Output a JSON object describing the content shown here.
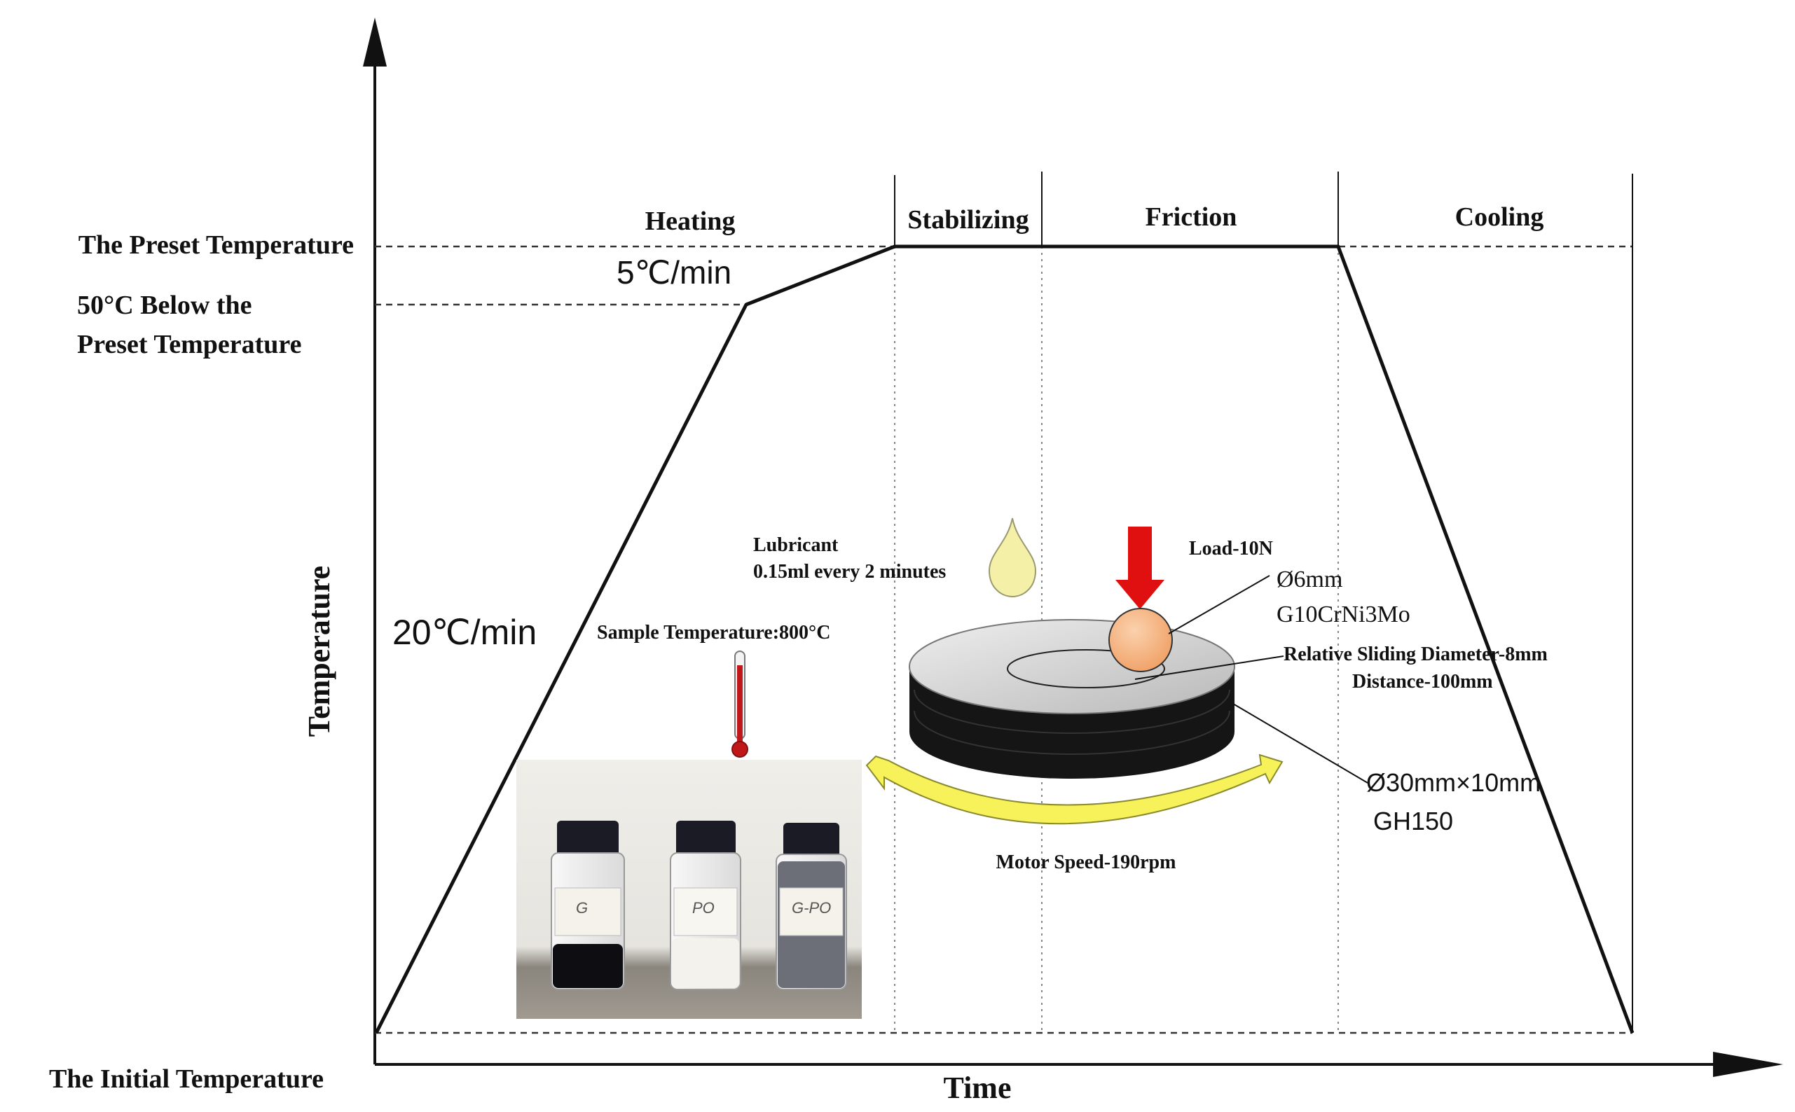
{
  "axes": {
    "y_label": "Temperature",
    "x_label": "Time",
    "preset_temperature": "The Preset Temperature",
    "below_preset_line1": "50°C Below the",
    "below_preset_line2": "Preset Temperature",
    "initial_temperature": "The Initial Temperature"
  },
  "stages": {
    "heating": "Heating",
    "stabilizing": "Stabilizing",
    "friction": "Friction",
    "cooling": "Cooling"
  },
  "rates": {
    "fast": "20℃/min",
    "slow": "5℃/min"
  },
  "annotations": {
    "lubricant_line1": "Lubricant",
    "lubricant_line2": "0.15ml every 2 minutes",
    "sample_temperature": "Sample Temperature:800°C",
    "load": "Load-10N",
    "ball_size": "Ø6mm",
    "ball_material": "G10CrNi3Mo",
    "sliding_line1": "Relative Sliding Diameter-8mm",
    "sliding_line2": "Distance-100mm",
    "disc_size": "Ø30mm×10mm",
    "disc_material": "GH150",
    "motor_speed": "Motor Speed-190rpm"
  },
  "vials": [
    {
      "label": "G",
      "liquid_color": "#0d0d12"
    },
    {
      "label": "PO",
      "liquid_color": "#f4f2ec"
    },
    {
      "label": "G-PO",
      "liquid_color": "#6d6f78"
    }
  ],
  "colors": {
    "load_arrow": "#e01010",
    "ball": "#f4b07a",
    "lubricant_drop": "#f5f0a8",
    "rotation_arrow": "#f7f25a",
    "thermometer": "#c01818",
    "disc_side": "#151515",
    "disc_top": "#d8d8d8"
  }
}
